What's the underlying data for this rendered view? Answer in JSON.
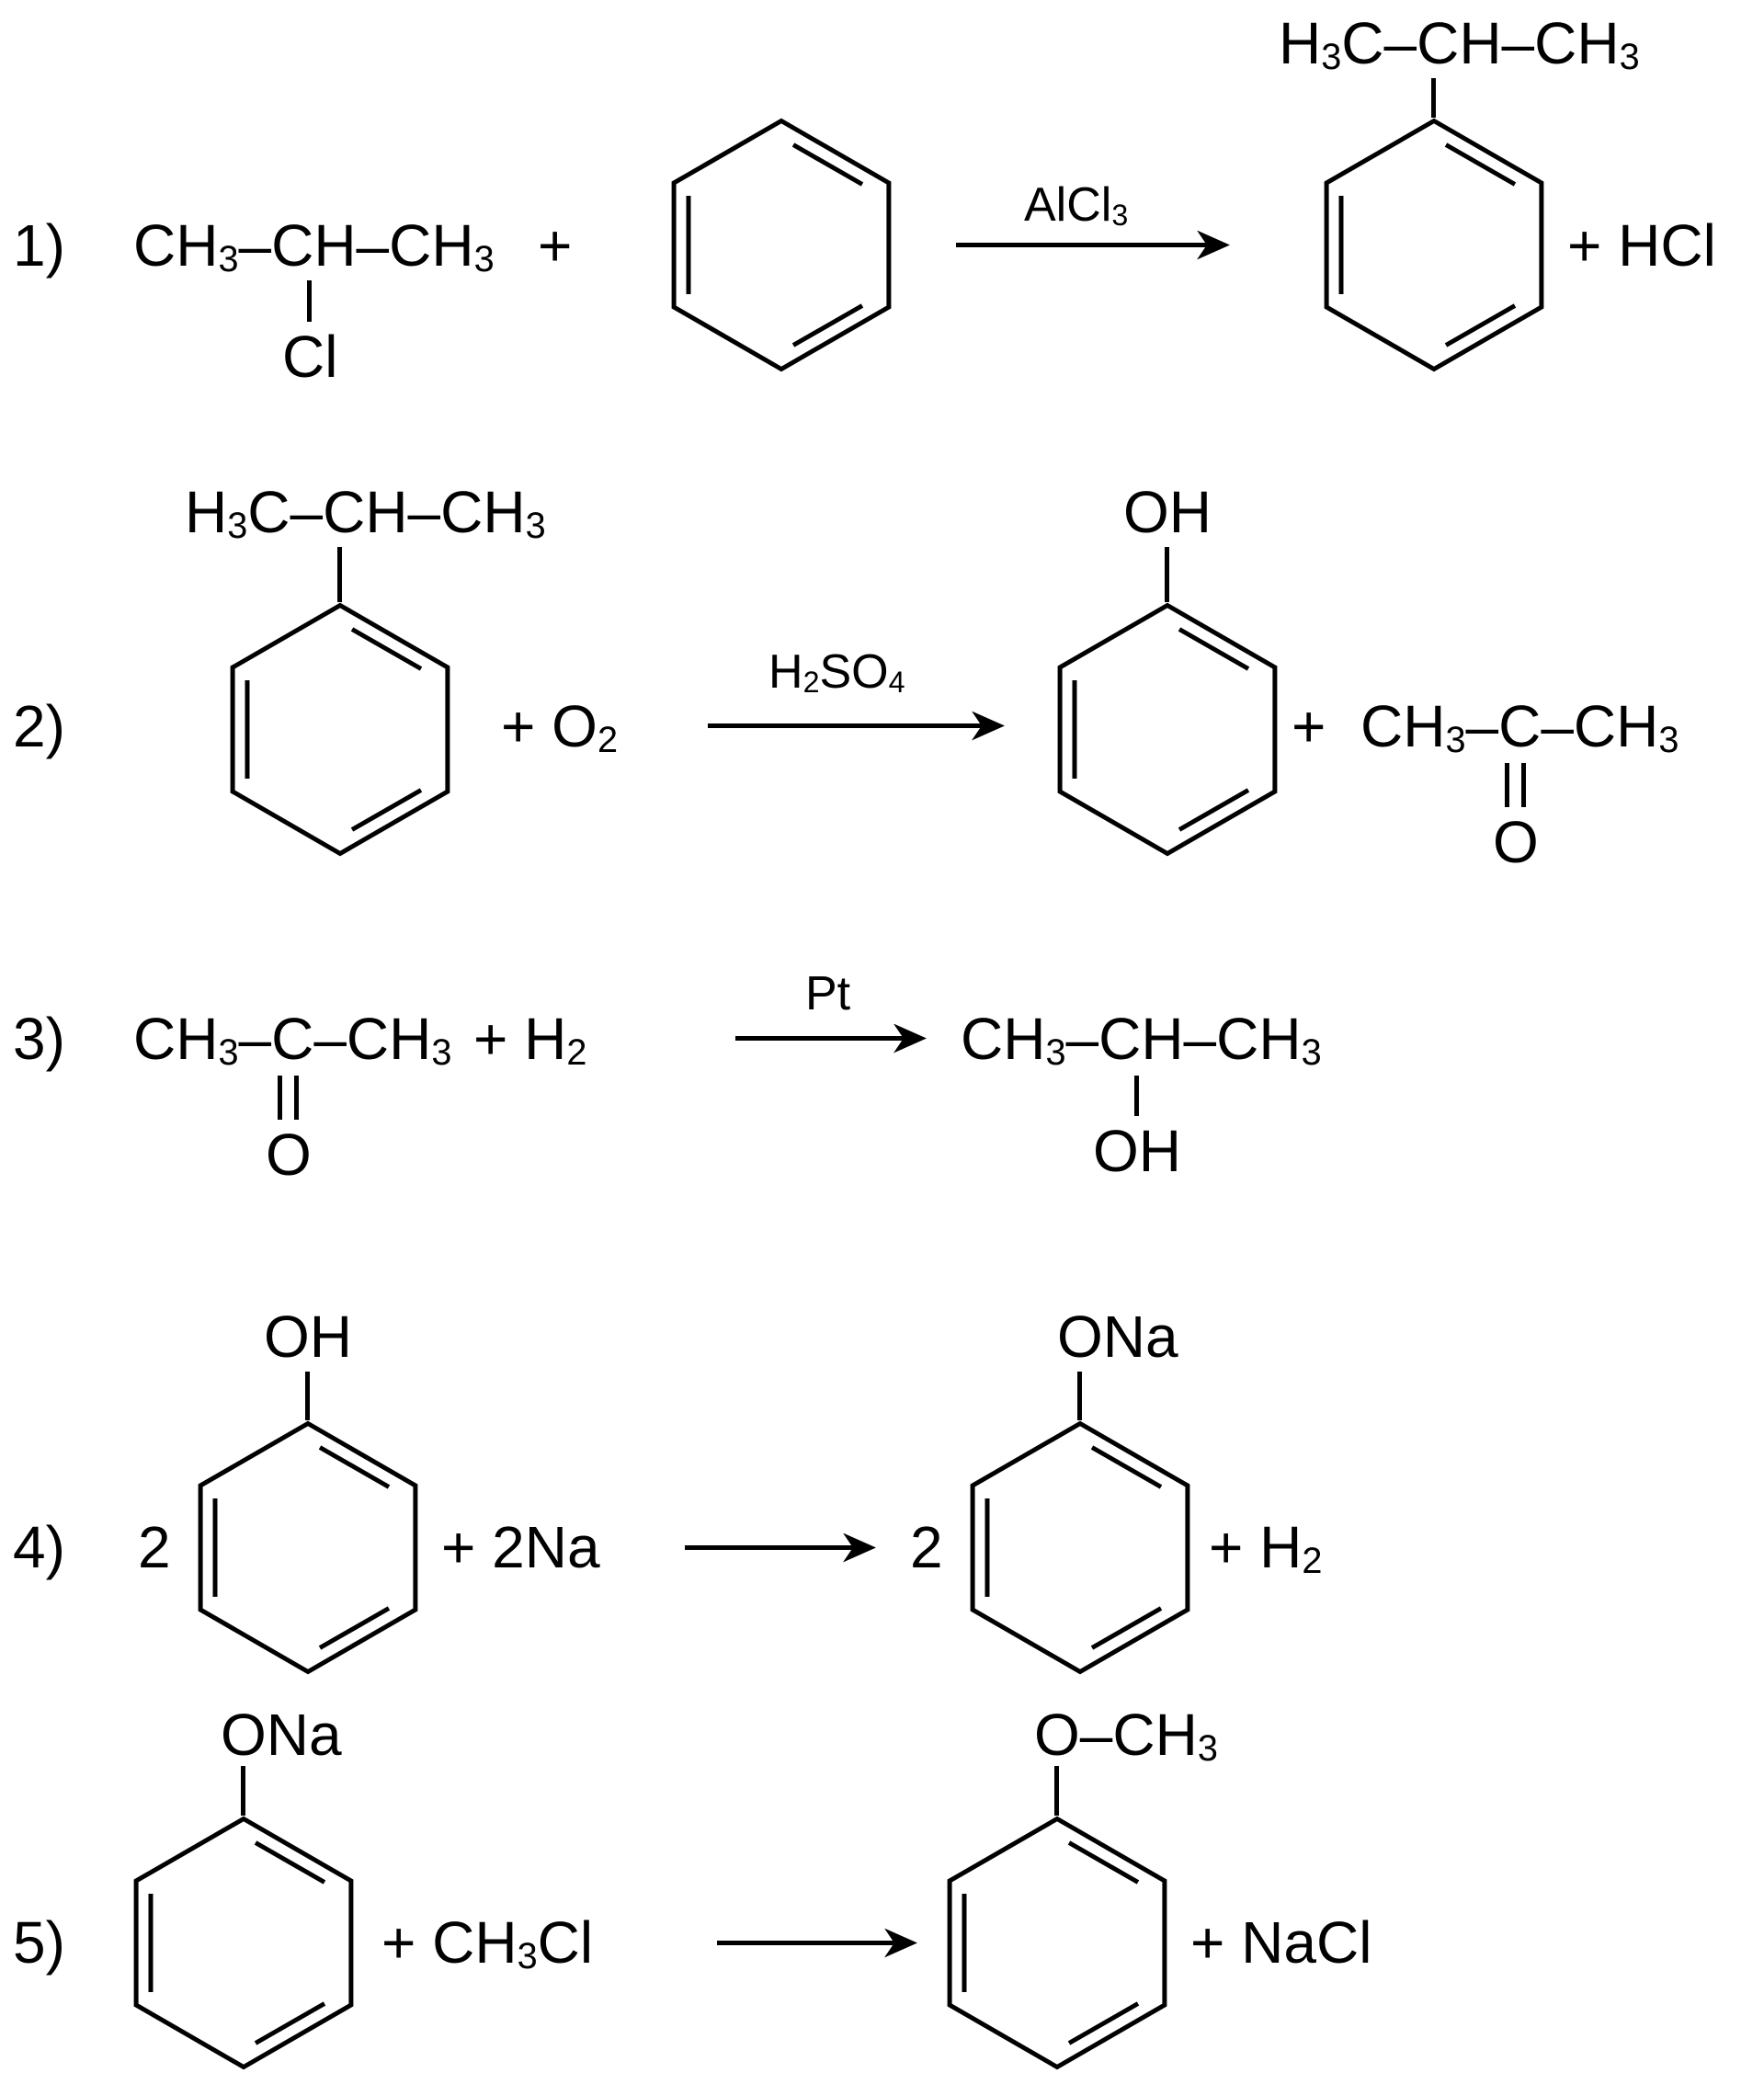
{
  "colors": {
    "background": "#ffffff",
    "ink": "#000000"
  },
  "reactions": {
    "r1": {
      "num": "1)",
      "alkyl_halide": "CH3–CH–CH3",
      "halide_sub": "Cl",
      "plus": "+",
      "catalyst": "AlCl3",
      "product_substituent": "H3C–CH–CH3",
      "plus_hcl": "+ HCl"
    },
    "r2": {
      "num": "2)",
      "cumene_substituent": "H3C–CH–CH3",
      "plus_o2": "+ O2",
      "catalyst": "H2SO4",
      "phenol_oh": "OH",
      "plus": "+",
      "acetone": "CH3–C–CH3",
      "acetone_oxygen": "O"
    },
    "r3": {
      "num": "3)",
      "acetone": "CH3–C–CH3",
      "acetone_oxygen": "O",
      "plus_h2": "+ H2",
      "catalyst": "Pt",
      "isopropanol": "CH3–CH–CH3",
      "hydroxyl": "OH"
    },
    "r4": {
      "num": "4)",
      "coef_left": "2",
      "phenol_oh": "OH",
      "plus_2na": "+ 2Na",
      "coef_right": "2",
      "phenolate_ona": "ONa",
      "plus_h2": "+ H2"
    },
    "r5": {
      "num": "5)",
      "phenolate_ona": "ONa",
      "plus_ch3cl": "+ CH3Cl",
      "methoxy": "O–CH3",
      "plus_nacl": "+ NaCl"
    }
  }
}
